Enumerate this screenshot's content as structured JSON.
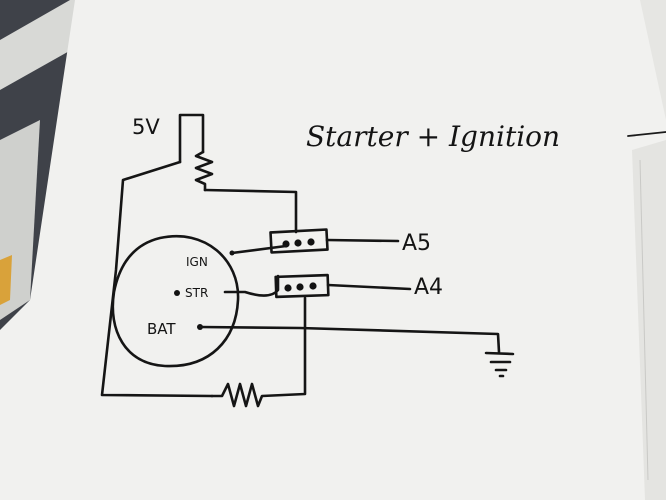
{
  "labels": {
    "supply": "5V",
    "title": "Starter + Ignition",
    "ign": "IGN",
    "str": "STR",
    "bat": "BAT",
    "pin_a5": "A5",
    "pin_a4": "A4"
  },
  "colors": {
    "paper": "#f1f1ef",
    "ink": "#151515",
    "background": "#3f4249"
  }
}
